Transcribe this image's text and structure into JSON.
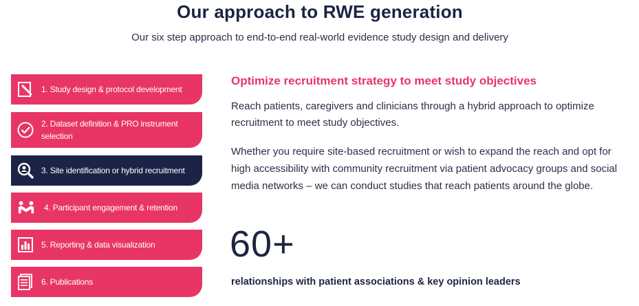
{
  "header": {
    "title": "Our approach to RWE generation",
    "subtitle": "Our six step approach to end-to-end real-world evidence study design and delivery"
  },
  "steps": [
    {
      "label": "1. Study design & protocol development",
      "icon": "pen-on-document-icon",
      "active": false
    },
    {
      "label": "2. Dataset definition & PRO instrument selection",
      "icon": "check-circle-icon",
      "active": false
    },
    {
      "label": "3. Site identification or hybrid recruitment",
      "icon": "magnifier-person-icon",
      "active": true
    },
    {
      "label": "4. Participant engagement & retention",
      "icon": "people-connect-icon",
      "active": false
    },
    {
      "label": "5. Reporting & data visualization",
      "icon": "bar-chart-icon",
      "active": false
    },
    {
      "label": "6. Publications",
      "icon": "documents-icon",
      "active": false
    }
  ],
  "detail": {
    "heading": "Optimize recruitment strategy to meet study objectives",
    "paragraph1": "Reach patients, caregivers and clinicians through a hybrid approach to optimize recruitment to meet study objectives.",
    "paragraph2": "Whether you require site-based recruitment or wish to expand the reach and opt for high accessibility with community recruitment via patient advocacy groups and social media networks – we can conduct studies that reach patients around the globe.",
    "stat_value": "60+",
    "stat_label": "relationships with patient associations & key opinion leaders"
  },
  "colors": {
    "accent": "#e83566",
    "active": "#1c2346",
    "text": "#1c2442"
  }
}
